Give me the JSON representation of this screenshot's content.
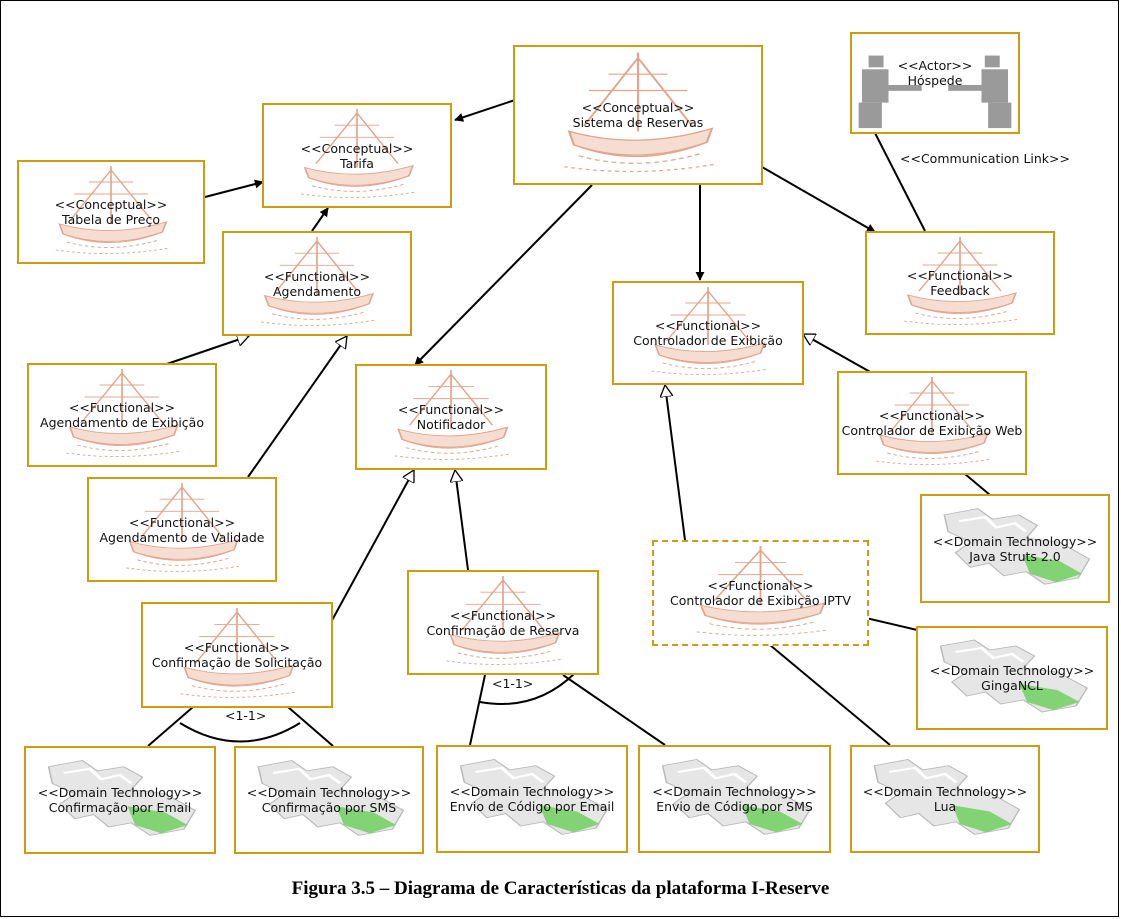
{
  "nodes": {
    "sistema": {
      "stereotype": "<<Conceptual>>",
      "name": "Sistema de Reservas"
    },
    "tarifa": {
      "stereotype": "<<Conceptual>>",
      "name": "Tarifa"
    },
    "tabela": {
      "stereotype": "<<Conceptual>>",
      "name": "Tabela de Preço"
    },
    "hospede": {
      "stereotype": "<<Actor>>",
      "name": "Hóspede"
    },
    "agendamento": {
      "stereotype": "<<Functional>>",
      "name": "Agendamento"
    },
    "feedback": {
      "stereotype": "<<Functional>>",
      "name": "Feedback"
    },
    "controlador": {
      "stereotype": "<<Functional>>",
      "name": "Controlador de Exibição"
    },
    "ag_exibicao": {
      "stereotype": "<<Functional>>",
      "name": "Agendamento de Exibição"
    },
    "notificador": {
      "stereotype": "<<Functional>>",
      "name": "Notificador"
    },
    "ctrl_web": {
      "stereotype": "<<Functional>>",
      "name": "Controlador de Exibição Web"
    },
    "ag_validade": {
      "stereotype": "<<Functional>>",
      "name": "Agendamento de Validade"
    },
    "java_struts": {
      "stereotype": "<<Domain Technology>>",
      "name": "Java Struts 2.0"
    },
    "conf_reserva": {
      "stereotype": "<<Functional>>",
      "name": "Confirmação de Reserva"
    },
    "ctrl_iptv": {
      "stereotype": "<<Functional>>",
      "name": "Controlador de Exibição IPTV"
    },
    "conf_solic": {
      "stereotype": "<<Functional>>",
      "name": "Confirmação de Solicitação"
    },
    "ginga": {
      "stereotype": "<<Domain Technology>>",
      "name": "GingaNCL"
    },
    "conf_email": {
      "stereotype": "<<Domain Technology>>",
      "name": "Confirmação por Email"
    },
    "conf_sms": {
      "stereotype": "<<Domain Technology>>",
      "name": "Confirmação por SMS"
    },
    "env_email": {
      "stereotype": "<<Domain Technology>>",
      "name": "Envio de Código por Email"
    },
    "env_sms": {
      "stereotype": "<<Domain Technology>>",
      "name": "Envio de Código por SMS"
    },
    "lua": {
      "stereotype": "<<Domain Technology>>",
      "name": "Lua"
    }
  },
  "labels": {
    "communication": "<<Communication Link>>",
    "group_left": "<1-1>",
    "group_right": "<1-1>"
  },
  "caption": "Figura 3.5 – Diagrama de Características da plataforma I-Reserve",
  "colors": {
    "box_border": "#d19b10",
    "ship_icon": "#e2a48c",
    "puzzle_icon": "#b9b9b9",
    "puzzle_accent": "#6fcf5f",
    "actor_icon": "#9a9a9a"
  }
}
